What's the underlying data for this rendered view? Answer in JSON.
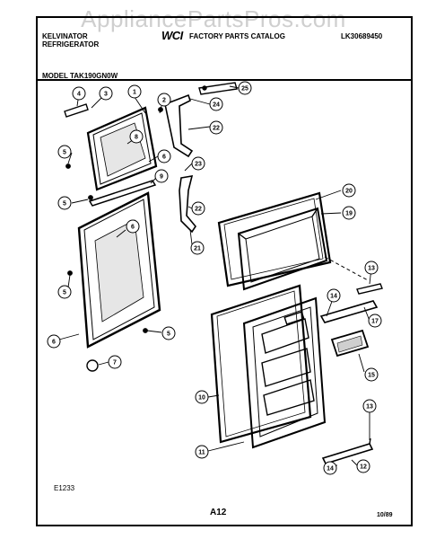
{
  "watermark": "AppliancePartsPros.com",
  "header": {
    "brand": "KELVINATOR",
    "product": "REFRIGERATOR",
    "logo": "WCI",
    "catalog": "FACTORY PARTS CATALOG",
    "catalog_no": "LK30689450",
    "model": "MODEL TAK190GN0W"
  },
  "footer": {
    "illustration_code": "E1233",
    "page": "A12",
    "date": "10/89"
  },
  "callouts": [
    "1",
    "2",
    "3",
    "4",
    "5",
    "5",
    "5",
    "5",
    "6",
    "6",
    "6",
    "7",
    "8",
    "9",
    "10",
    "11",
    "12",
    "13",
    "13",
    "14",
    "14",
    "15",
    "17",
    "19",
    "20",
    "21",
    "22",
    "22",
    "23",
    "24",
    "25"
  ]
}
